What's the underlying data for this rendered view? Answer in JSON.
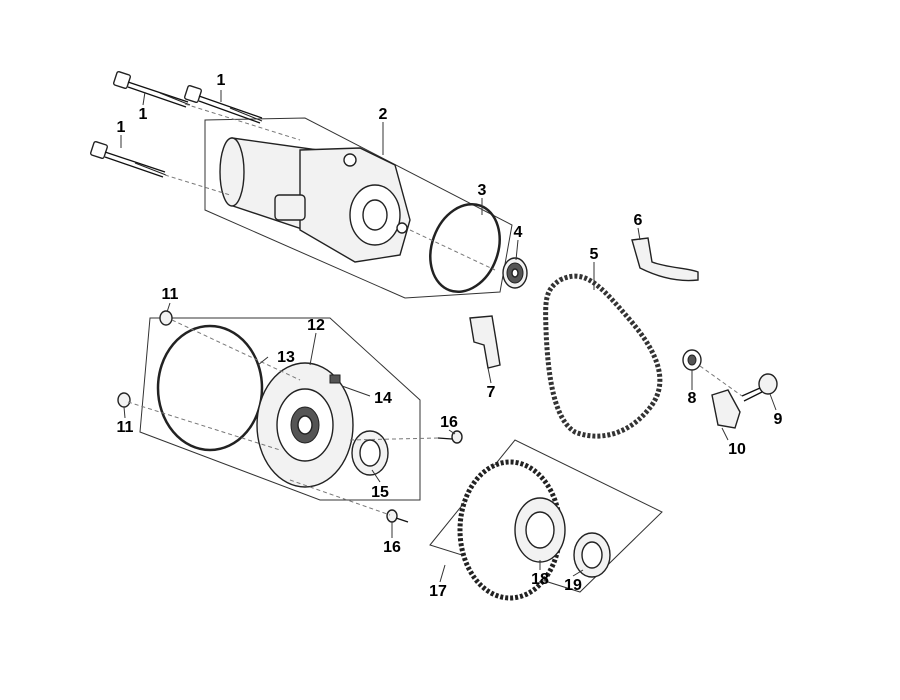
{
  "labels": {
    "p1a": "1",
    "p1b": "1",
    "p1c": "1",
    "p2": "2",
    "p3": "3",
    "p4": "4",
    "p5": "5",
    "p6": "6",
    "p7": "7",
    "p8": "8",
    "p9": "9",
    "p10": "10",
    "p11a": "11",
    "p11b": "11",
    "p12": "12",
    "p13": "13",
    "p14": "14",
    "p15": "15",
    "p16a": "16",
    "p16b": "16",
    "p17": "17",
    "p18": "18",
    "p19": "19"
  }
}
